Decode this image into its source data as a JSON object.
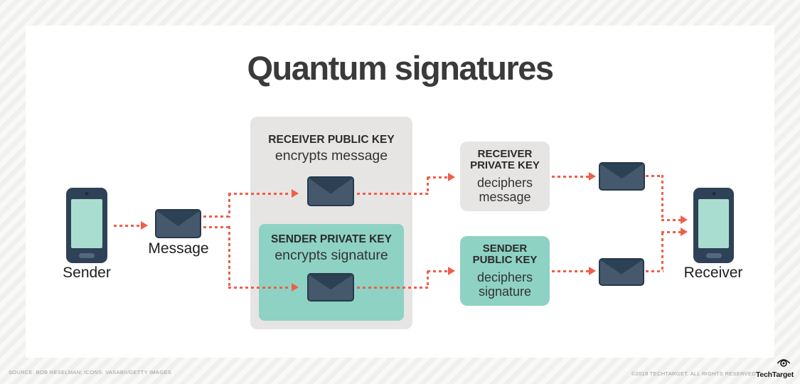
{
  "title": "Quantum signatures",
  "colors": {
    "arrow_accent": "#ef5e4a",
    "panel_gray": "#e6e5e4",
    "panel_teal": "#8ed2c3",
    "envelope_body": "#46586c",
    "envelope_flap": "#2d4154",
    "phone_body": "#2e4156",
    "phone_screen": "#a9ddd0",
    "title_text": "#3a3a3a"
  },
  "nodes": {
    "sender_label": "Sender",
    "message_label": "Message",
    "receiver_label": "Receiver"
  },
  "steps": {
    "receiver_public_key": {
      "heading": "RECEIVER PUBLIC KEY",
      "description": "encrypts message"
    },
    "sender_private_key": {
      "heading": "SENDER PRIVATE KEY",
      "description": "encrypts signature"
    },
    "receiver_private_key": {
      "heading": "RECEIVER PRIVATE KEY",
      "description": "deciphers message"
    },
    "sender_public_key": {
      "heading": "SENDER PUBLIC KEY",
      "description": "deciphers signature"
    }
  },
  "icons": {
    "phone": "smartphone-icon",
    "envelope": "envelope-icon",
    "brand_eye": "eye-icon"
  },
  "footer": {
    "source": "SOURCE: BOB RESELMAN; ICONS: VASABII/GETTY IMAGES",
    "copyright": "©2018 TECHTARGET. ALL RIGHTS RESERVED",
    "brand": "TechTarget"
  }
}
